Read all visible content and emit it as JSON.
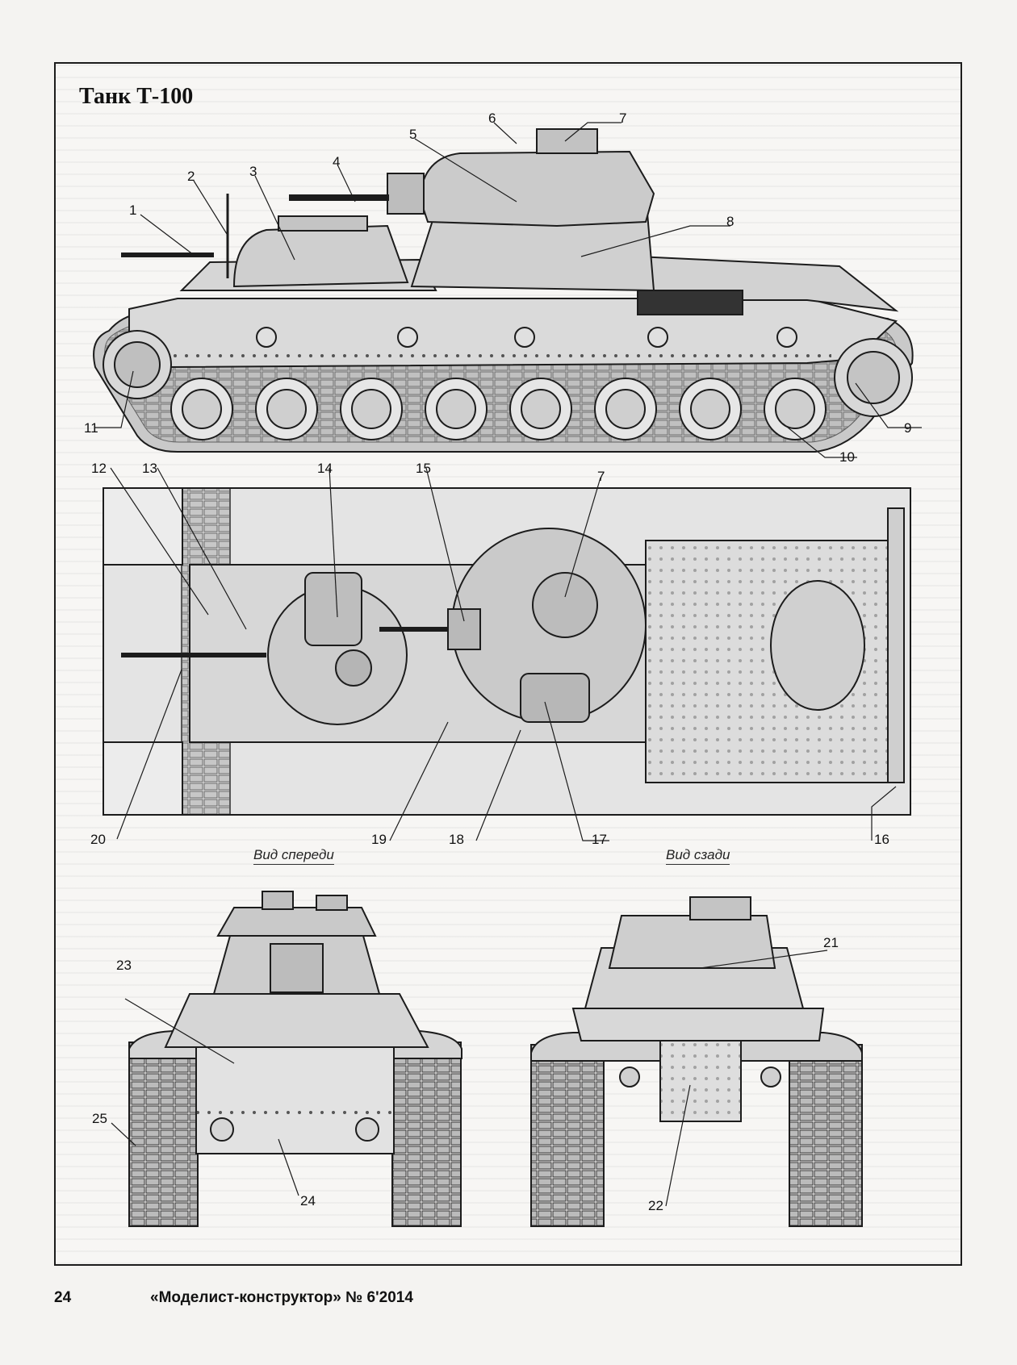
{
  "title": "Танк Т-100",
  "captions": {
    "front_view": "Вид спереди",
    "rear_view": "Вид сзади"
  },
  "footer": {
    "page_number": "24",
    "magazine": "«Моделист-конструктор» № 6'2014"
  },
  "callouts": [
    "1",
    "2",
    "3",
    "4",
    "5",
    "6",
    "7",
    "8",
    "9",
    "10",
    "11",
    "12",
    "13",
    "14",
    "15",
    "7",
    "16",
    "17",
    "18",
    "19",
    "20",
    "21",
    "22",
    "23",
    "24",
    "25"
  ],
  "colors": {
    "ink": "#1c1c1c",
    "armor_light": "#dcdcdc",
    "armor_mid": "#bdbdbd",
    "armor_dark": "#6a6a6a"
  }
}
